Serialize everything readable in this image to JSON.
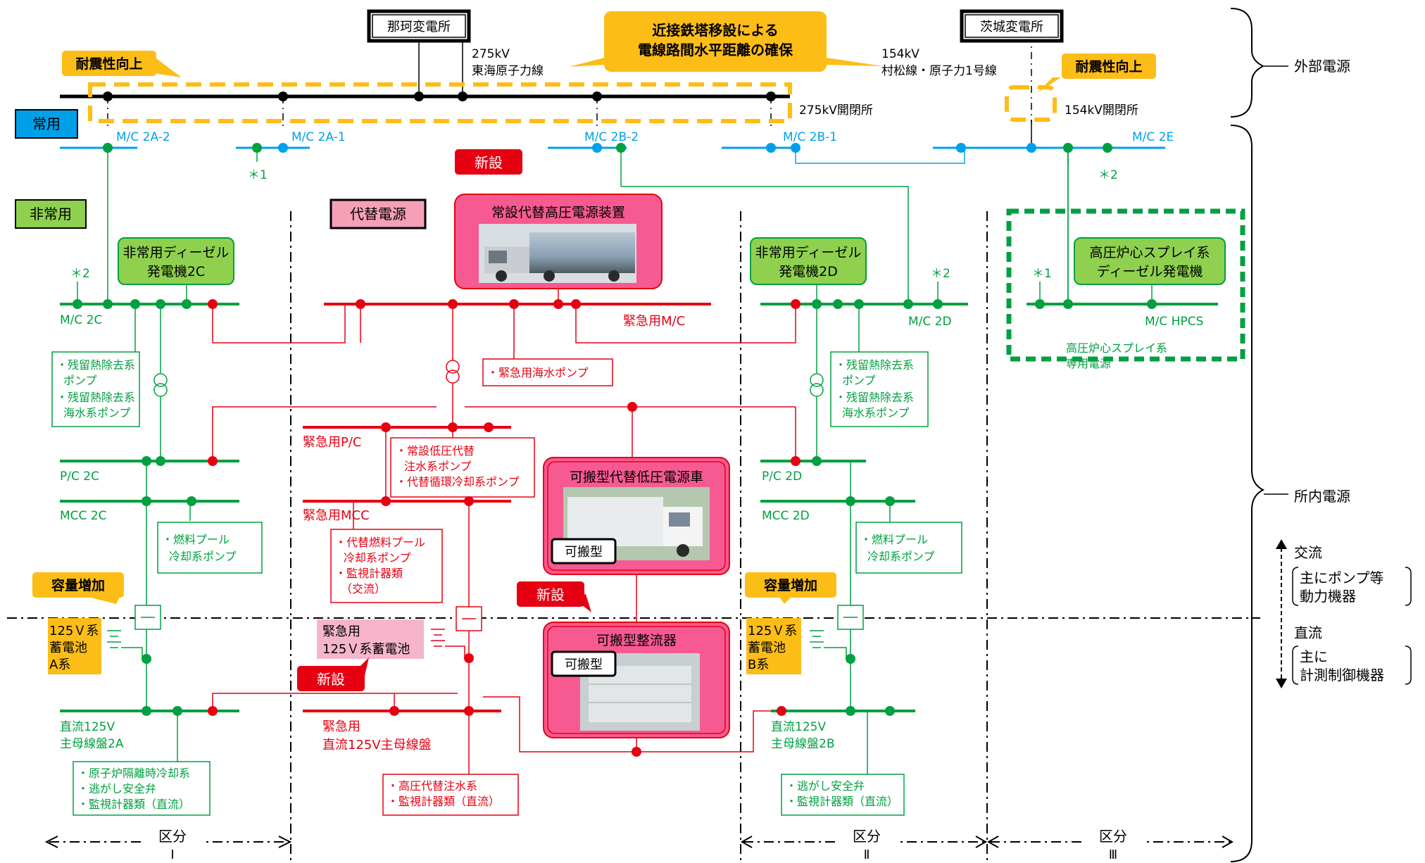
{
  "ext": {
    "naka": "那珂変電所",
    "ibaraki": "茨城変電所",
    "note1": "近接鉄塔移設による",
    "note2": "電線路間水平距離の確保",
    "l275a": "275kV",
    "l275b": "東海原子力線",
    "l154a": "154kV",
    "l154b": "村松線・原子力1号線",
    "sw275": "275kV開閉所",
    "sw154": "154kV開閉所",
    "seismic": "耐震性向上"
  },
  "lbl": {
    "jouyou": "常用",
    "hijouyou": "非常用",
    "daitai": "代替電源",
    "shinsetsu": "新設",
    "kashi": "可搬型",
    "youryou": "容量増加"
  },
  "bus": {
    "mc2a2": "M/C 2A-2",
    "mc2a1": "M/C 2A-1",
    "mc2b2": "M/C 2B-2",
    "mc2b1": "M/C 2B-1",
    "mc2e": "M/C 2E",
    "s2a": "＊2",
    "s1a": "＊1",
    "s2b": "＊2",
    "s1b": "＊1",
    "mc2c": "M/C 2C",
    "kmc": "緊急用M/C",
    "mc2d": "M/C 2D",
    "mchpcs": "M/C HPCS",
    "pc2c": "P/C 2C",
    "kpc": "緊急用P/C",
    "pc2d": "P/C 2D",
    "mcc2c": "MCC 2C",
    "kmcc": "緊急用MCC",
    "mcc2d": "MCC 2D",
    "dc2a1": "直流125V",
    "dc2a2": "主母線盤2A",
    "kdc1": "緊急用",
    "kdc2": "直流125V主母線盤",
    "dc2b1": "直流125V",
    "dc2b2": "主母線盤2B"
  },
  "eq": {
    "dg2c1": "非常用ディーゼル",
    "dg2c2": "発電機2C",
    "dg2d1": "非常用ディーゼル",
    "dg2d2": "発電機2D",
    "hp1": "高圧炉心スプレイ系",
    "hp2": "ディーゼル発電機",
    "hpz1": "高圧炉心スプレイ系",
    "hpz2": "専用電源",
    "jts": "常設代替高圧電源装置",
    "kpl": "可搬型代替低圧電源車",
    "kseiryu": "可搬型整流器",
    "bA1": "125Ｖ系",
    "bA2": "蓄電池",
    "bA3": "A系",
    "bB1": "125Ｖ系",
    "bB2": "蓄電池",
    "bB3": "B系",
    "kb1": "緊急用",
    "kb2": "125Ｖ系蓄電池"
  },
  "load": {
    "rhrC1": "・残留熱除去系",
    "rhrC2": "ポンプ",
    "rhrC3": "・残留熱除去系",
    "rhrC4": "海水系ポンプ",
    "rhrD1": "・残留熱除去系",
    "rhrD2": "ポンプ",
    "rhrD3": "・残留熱除去系",
    "rhrD4": "海水系ポンプ",
    "ksw": "・緊急用海水ポンプ",
    "kpc1": "・常設低圧代替",
    "kpc2": "注水系ポンプ",
    "kpc3": "・代替循環冷却系ポンプ",
    "fpC1": "・燃料プール",
    "fpC2": "冷却系ポンプ",
    "fpD1": "・燃料プール",
    "fpD2": "冷却系ポンプ",
    "km1": "・代替燃料プール",
    "km2": "冷却系ポンプ",
    "km3": "・監視計器類",
    "km4": "（交流）",
    "dA1": "・原子炉隔離時冷却系",
    "dA2": "・逃がし安全弁",
    "dA3": "・監視計器類（直流）",
    "kd1": "・高圧代替注水系",
    "kd2": "・監視計器類（直流）",
    "dB1": "・逃がし安全弁",
    "dB2": "・監視計器類（直流）"
  },
  "side": {
    "gaibu": "外部電源",
    "shonai": "所内電源",
    "ac": "交流",
    "ac1": "主にポンプ等",
    "ac2": "動力機器",
    "dc": "直流",
    "dc1": "主に",
    "dc2": "計測制御機器"
  },
  "div": {
    "k1": "区分",
    "r1": "Ⅰ",
    "k2": "区分",
    "r2": "Ⅱ",
    "k3": "区分",
    "r3": "Ⅲ"
  }
}
